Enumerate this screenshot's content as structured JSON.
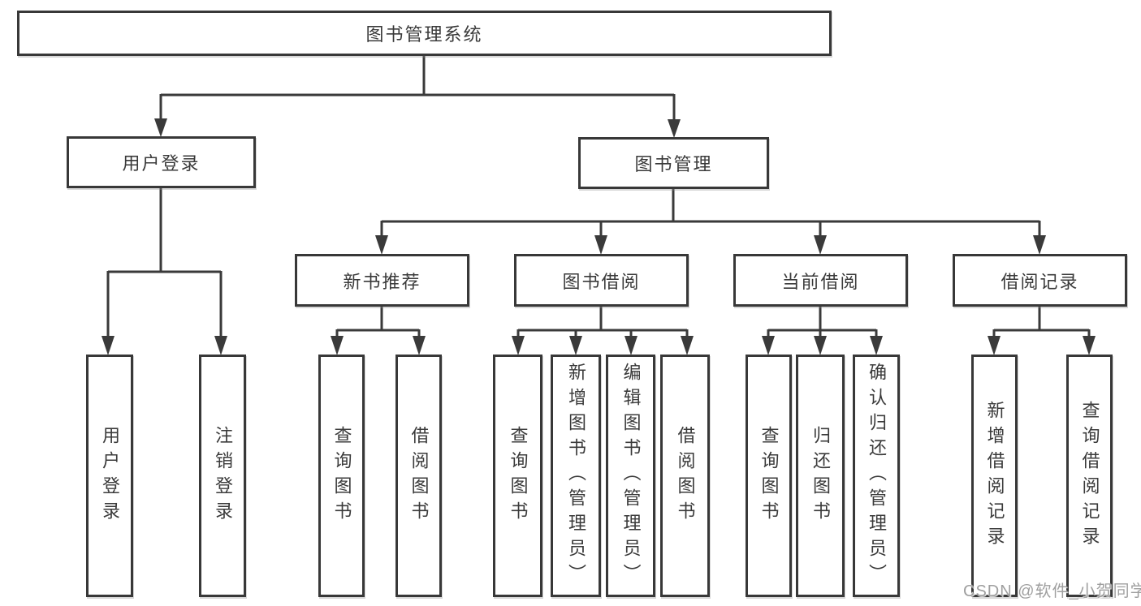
{
  "diagram_type": "functional-structure-tree",
  "colors": {
    "line": "#3a3a3a",
    "box_border": "#383838",
    "box_fill": "#ffffff",
    "text": "#3a3a3a",
    "watermark": "#9f9f9f",
    "background": "#ffffff"
  },
  "watermark": {
    "text": "CSDN @软件_小贺同学"
  },
  "tree": {
    "label": "图书管理系统",
    "children": [
      {
        "label": "用户登录",
        "children": [
          {
            "label": "用户登录"
          },
          {
            "label": "注销登录"
          }
        ]
      },
      {
        "label": "图书管理",
        "children": [
          {
            "label": "新书推荐",
            "children": [
              {
                "label": "查询图书"
              },
              {
                "label": "借阅图书"
              }
            ]
          },
          {
            "label": "图书借阅",
            "children": [
              {
                "label": "查询图书"
              },
              {
                "label": "新增图书（管理员）"
              },
              {
                "label": "编辑图书（管理员）"
              },
              {
                "label": "借阅图书"
              }
            ]
          },
          {
            "label": "当前借阅",
            "children": [
              {
                "label": "查询图书"
              },
              {
                "label": "归还图书"
              },
              {
                "label": "确认归还（管理员）"
              }
            ]
          },
          {
            "label": "借阅记录",
            "children": [
              {
                "label": "新增借阅记录"
              },
              {
                "label": "查询借阅记录"
              }
            ]
          }
        ]
      }
    ]
  }
}
